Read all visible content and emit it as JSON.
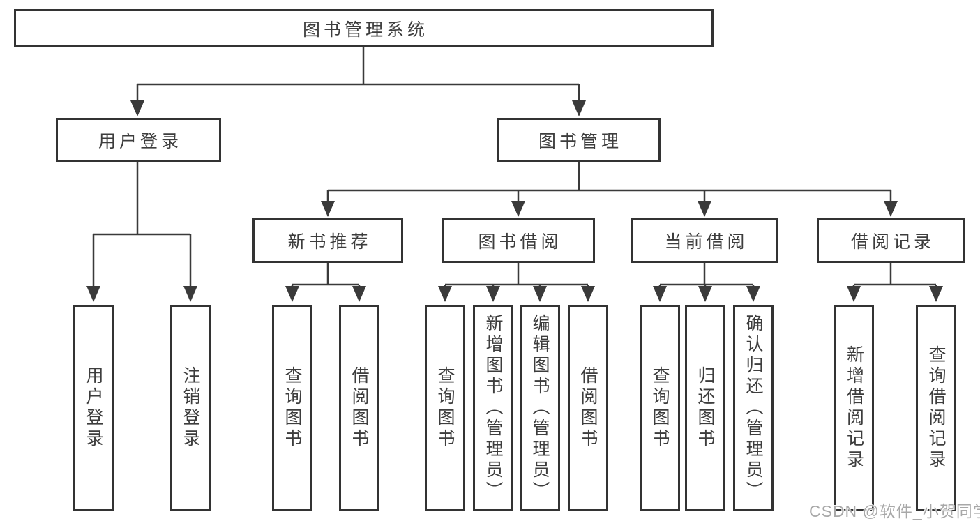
{
  "colors": {
    "line": "#3a3a3a",
    "box_border": "#333333",
    "text": "#3d3d3d",
    "background": "#ffffff",
    "watermark": "#a8a8a8"
  },
  "watermark": {
    "text": "CSDN @软件_小贺同学"
  },
  "diagram": {
    "type": "hierarchy",
    "root": {
      "label": "图书管理系统"
    },
    "branches": [
      {
        "label": "用户登录",
        "children": [
          {
            "label": "用户登录"
          },
          {
            "label": "注销登录"
          }
        ]
      },
      {
        "label": "图书管理",
        "children": [
          {
            "label": "新书推荐",
            "children": [
              {
                "label": "查询图书"
              },
              {
                "label": "借阅图书"
              }
            ]
          },
          {
            "label": "图书借阅",
            "children": [
              {
                "label": "查询图书"
              },
              {
                "label": "新增图书（管理员）"
              },
              {
                "label": "编辑图书（管理员）"
              },
              {
                "label": "借阅图书"
              }
            ]
          },
          {
            "label": "当前借阅",
            "children": [
              {
                "label": "查询图书"
              },
              {
                "label": "归还图书"
              },
              {
                "label": "确认归还（管理员）"
              }
            ]
          },
          {
            "label": "借阅记录",
            "children": [
              {
                "label": "新增借阅记录"
              },
              {
                "label": "查询借阅记录"
              }
            ]
          }
        ]
      }
    ]
  }
}
